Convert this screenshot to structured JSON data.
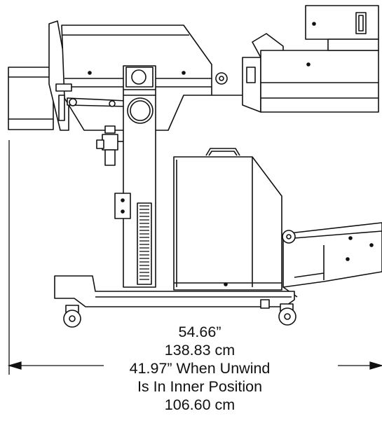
{
  "dimension": {
    "line1": "54.66”",
    "line2": "138.83 cm",
    "line3": "41.97” When Unwind",
    "line4": "Is In Inner Position",
    "line5": "106.60 cm"
  },
  "colors": {
    "line": "#111111",
    "fill": "#ffffff",
    "background": "#ffffff"
  },
  "icons": [
    "caster-wheel-icon",
    "handle-icon",
    "pressure-gauge-icon",
    "control-panel-icon"
  ]
}
